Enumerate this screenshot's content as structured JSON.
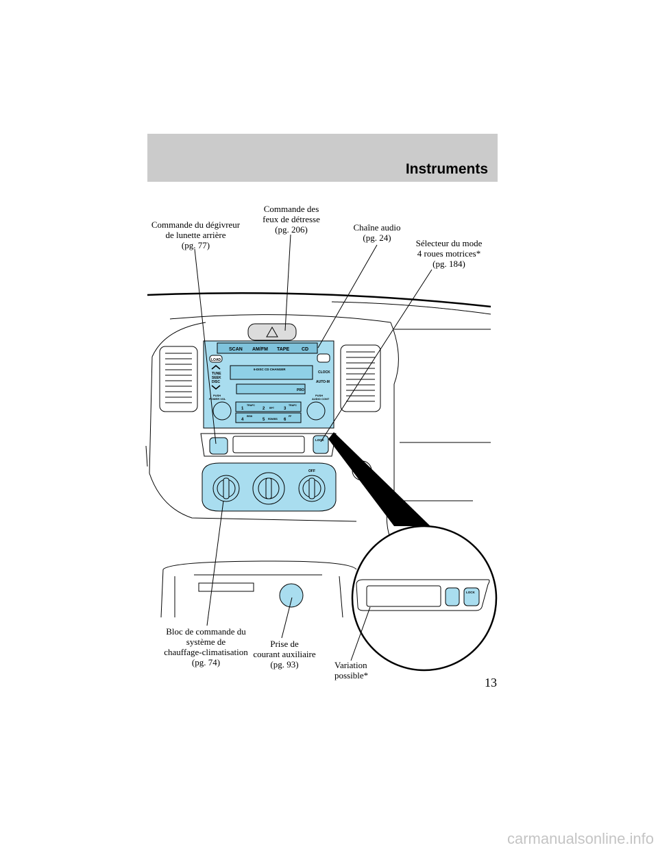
{
  "header": {
    "title": "Instruments"
  },
  "callouts": {
    "rear_defroster": [
      "Commande du dégivreur",
      "de lunette arrière",
      "(pg. 77)"
    ],
    "hazard": [
      "Commande des",
      "feux de détresse",
      "(pg. 206)"
    ],
    "audio": [
      "Chaîne audio",
      "(pg. 24)"
    ],
    "four_wd": [
      "Sélecteur du mode",
      "4 roues motrices*",
      "(pg. 184)"
    ],
    "climate": [
      "Bloc de commande du",
      "système de",
      "chauffage-climatisation",
      "(pg. 74)"
    ],
    "power_point": [
      "Prise de",
      "courant auxiliaire",
      "(pg. 93)"
    ],
    "variation": [
      "Variation",
      "possible*"
    ]
  },
  "radio": {
    "buttons": [
      "SCAN",
      "AM/FM",
      "TAPE",
      "CD"
    ],
    "load": "LOAD",
    "tune": [
      "TUNE",
      "SEEK",
      "DISC"
    ],
    "clock": "CLOCK",
    "auto_m": "AUTO-M",
    "changer": "6-DISC CD CHANGER",
    "pro": "PRO",
    "push_power_vol": [
      "PUSH",
      "POWER VOL"
    ],
    "push_audio_cont": [
      "PUSH",
      "AUDIO CONT"
    ],
    "presets": [
      "1",
      "2",
      "3",
      "4",
      "5",
      "6"
    ],
    "preset_labels": [
      "TRAFC",
      "RPT",
      "TRAFC",
      "REW",
      "RDM/BS",
      "FF"
    ]
  },
  "lock_label": "LOCK",
  "climate_off": "OFF",
  "page_number": "13",
  "watermark": "carmanualsonline.info",
  "colors": {
    "panel": "#a9ddef",
    "header_bg": "#cbcbcb"
  }
}
